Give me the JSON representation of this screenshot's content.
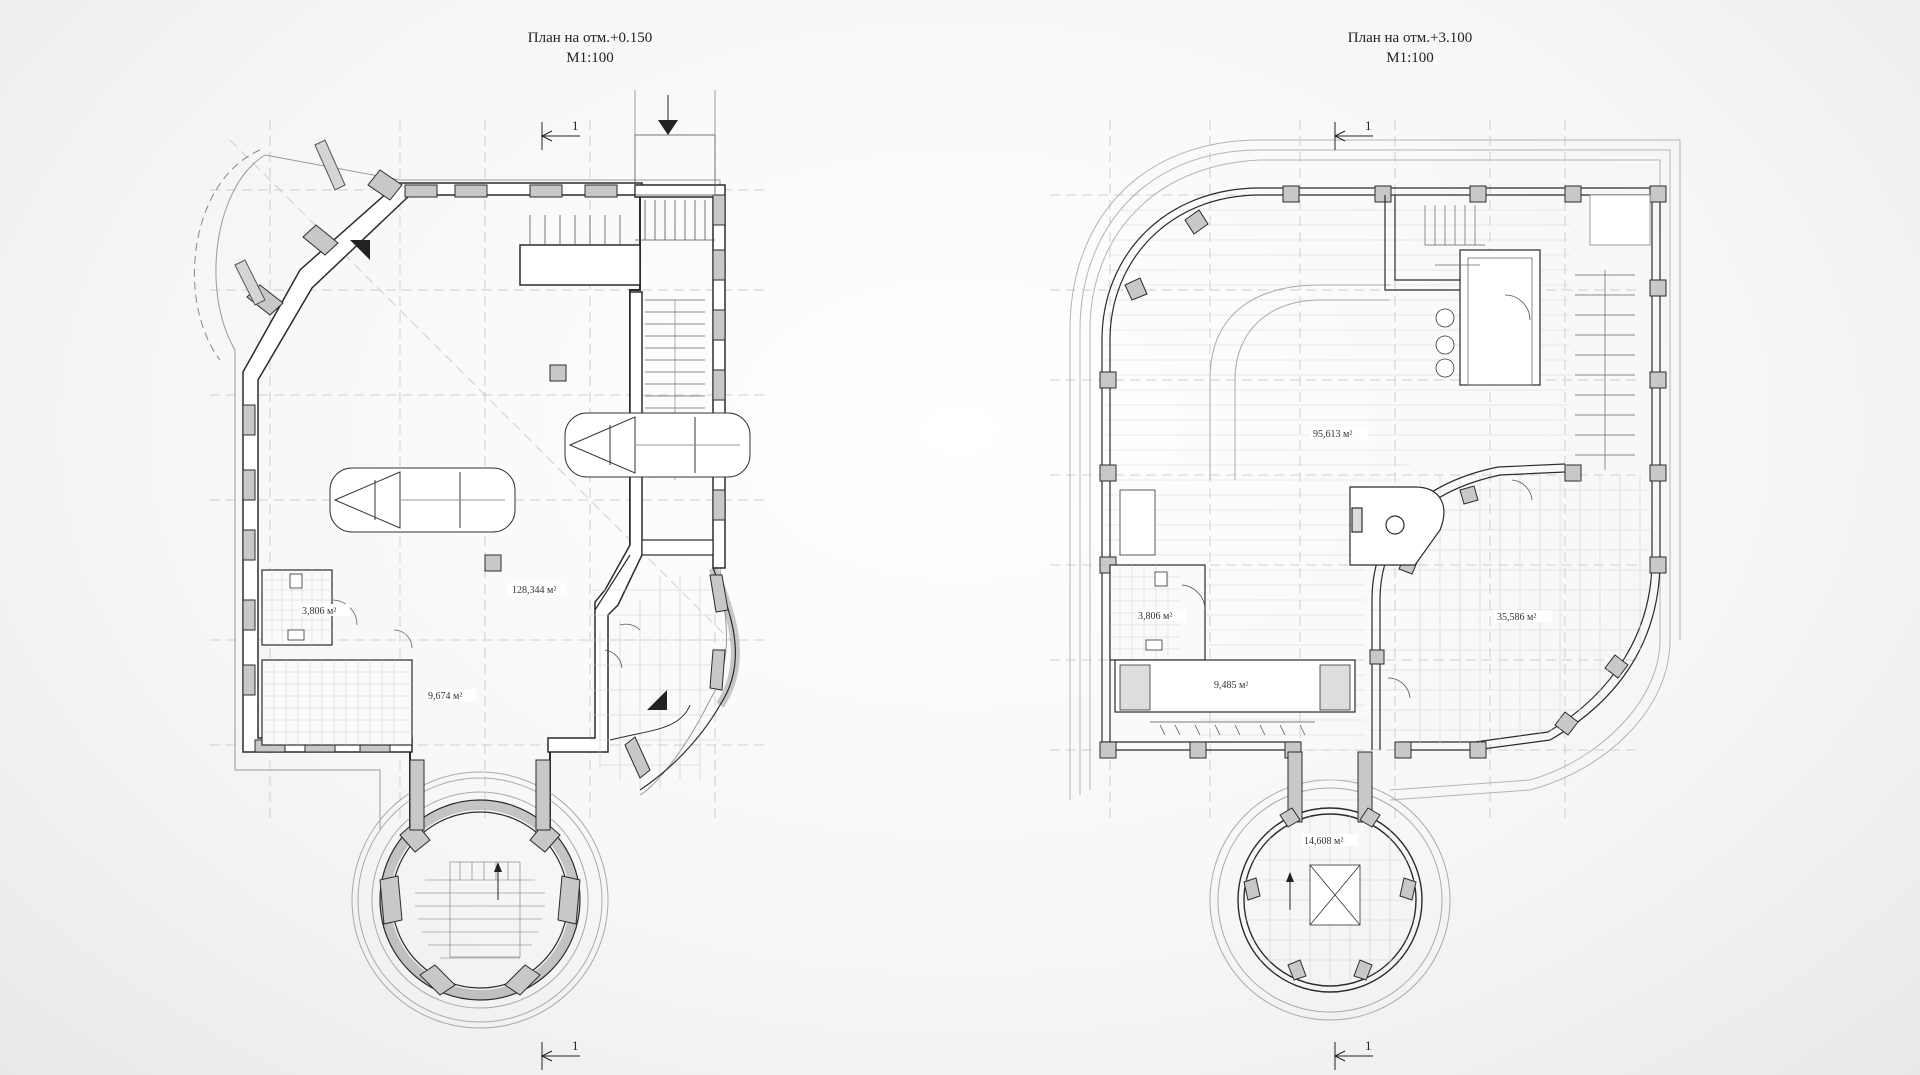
{
  "plans": [
    {
      "title": "План на отм.+0.150",
      "scale": "М1:100",
      "section_marker": "1",
      "rooms": [
        {
          "id": "garage",
          "area": "128,344 м²"
        },
        {
          "id": "wc",
          "area": "3,806 м²"
        },
        {
          "id": "room",
          "area": "9,674 м²"
        }
      ]
    },
    {
      "title": "План на отм.+3.100",
      "scale": "М1:100",
      "section_marker": "1",
      "rooms": [
        {
          "id": "living",
          "area": "95,613 м²"
        },
        {
          "id": "terrace",
          "area": "35,586 м²"
        },
        {
          "id": "wc",
          "area": "3,806 м²"
        },
        {
          "id": "wardrobe",
          "area": "9,485 м²"
        },
        {
          "id": "tower",
          "area": "14,608 м²"
        }
      ]
    }
  ],
  "colors": {
    "wall": "#2a2a2a",
    "column": "#c8c8c8",
    "hatch": "#bdbdbd",
    "grid": "#d0d0d0"
  }
}
